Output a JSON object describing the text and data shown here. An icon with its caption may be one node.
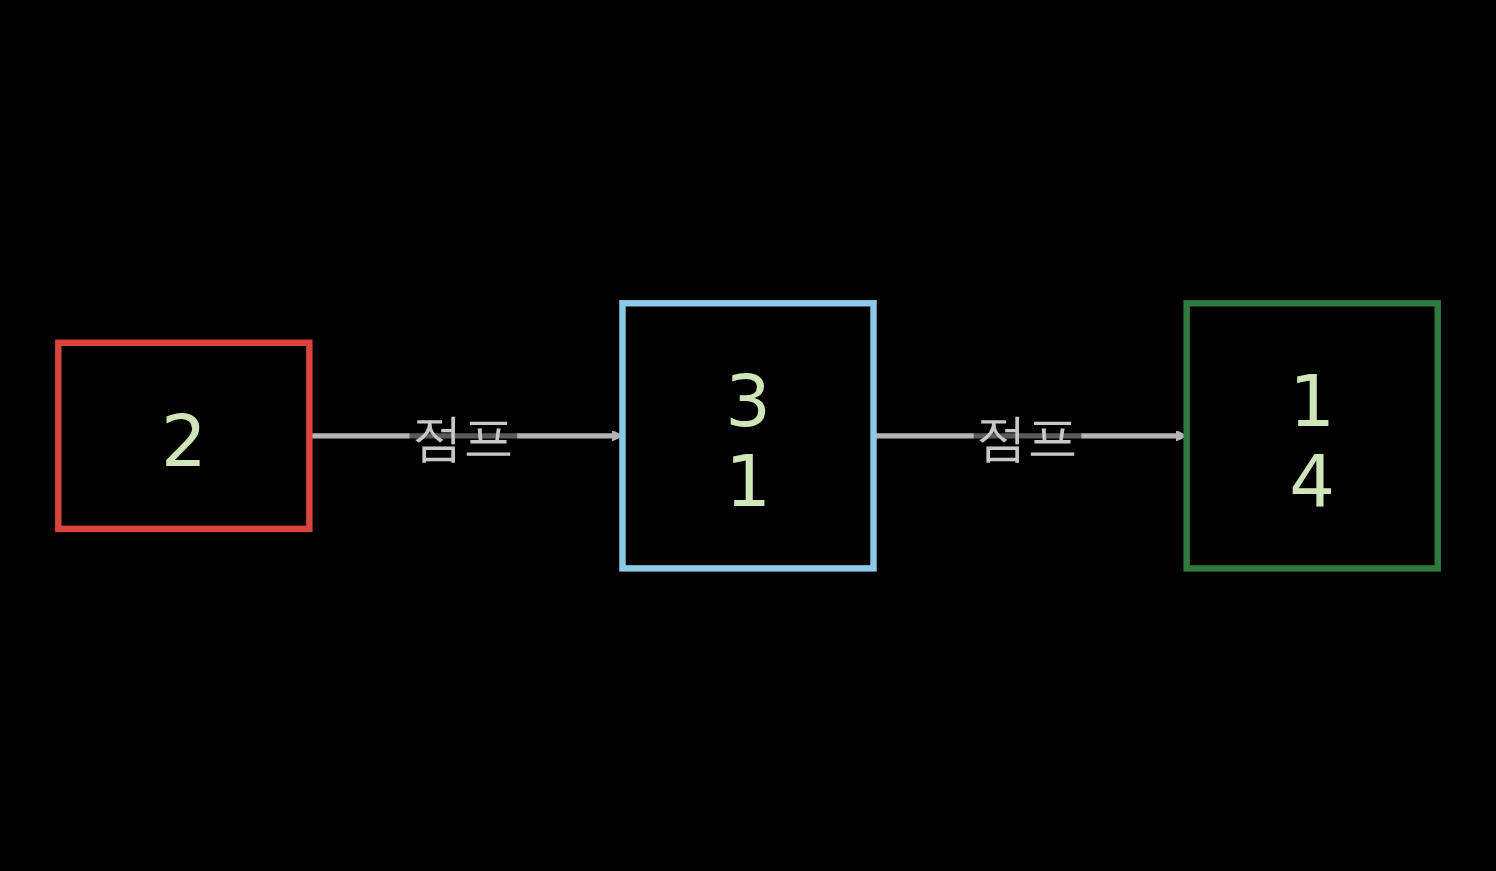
{
  "diagram": {
    "nodes": [
      {
        "text": [
          "2"
        ]
      },
      {
        "text": [
          "3",
          "1"
        ]
      },
      {
        "text": [
          "1",
          "4"
        ]
      }
    ],
    "edges": [
      {
        "from": 0,
        "to": 1,
        "arrow": "to",
        "label": "점프"
      },
      {
        "from": 1,
        "to": 2,
        "arrow": "to",
        "label": "점프"
      }
    ]
  }
}
